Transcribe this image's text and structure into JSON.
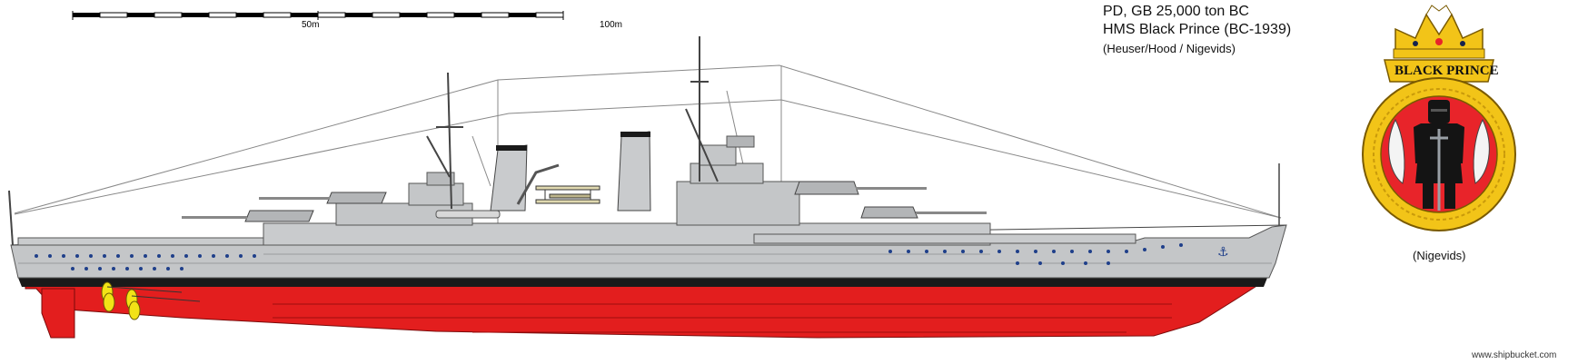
{
  "header": {
    "line1": "PD, GB 25,000 ton BC",
    "line2": "HMS Black Prince (BC-1939)",
    "line3": "(Heuser/Hood / Nigevids)"
  },
  "scale": {
    "label_mid": "50m",
    "label_end": "100m"
  },
  "badge": {
    "name": "BLACK PRINCE",
    "credit": "(Nigevids)"
  },
  "footer": {
    "site": "www.shipbucket.com"
  },
  "colors": {
    "hull_gray": "#c4c6c8",
    "antifouling_red": "#e31e1e",
    "boot_black": "#1a1a1a",
    "badge_gold": "#f2c418",
    "badge_red": "#e8242a",
    "badge_navy": "#16224d"
  }
}
